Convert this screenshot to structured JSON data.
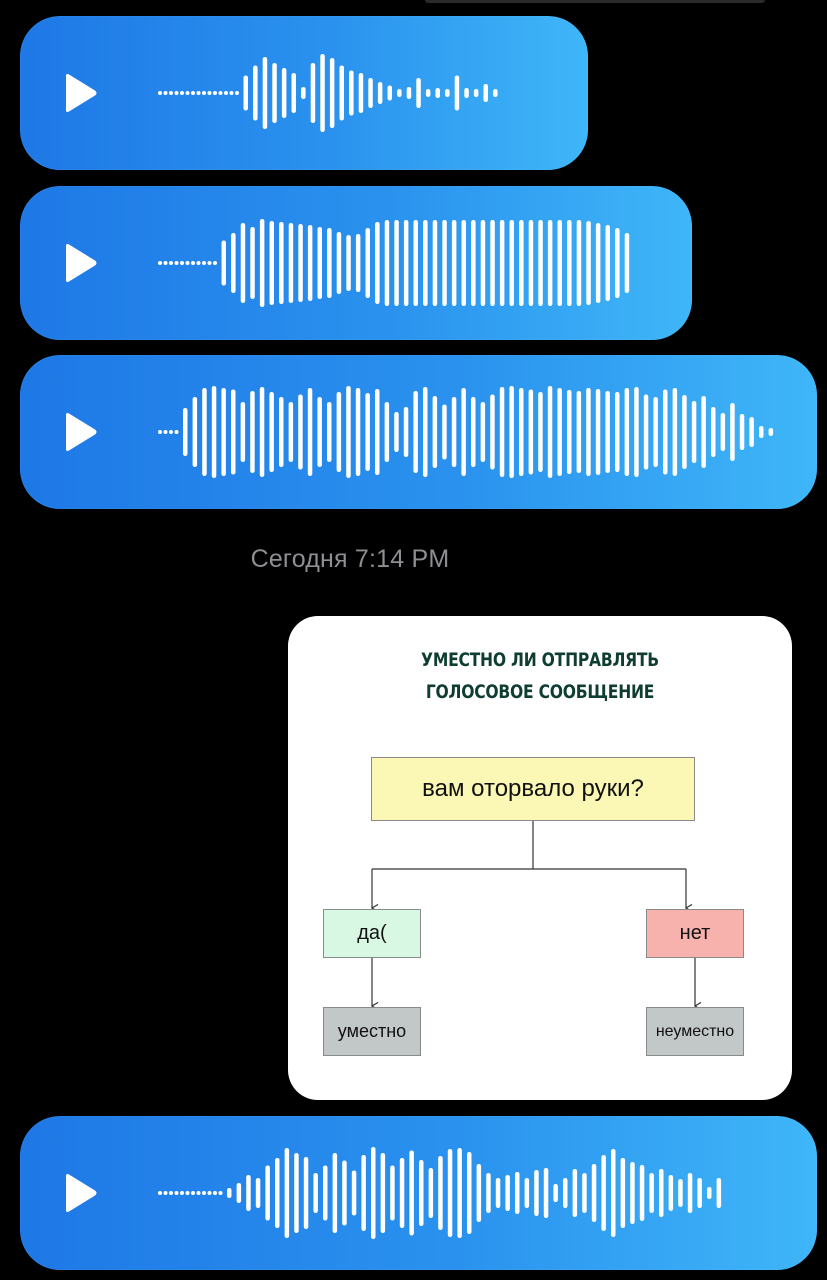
{
  "chat": {
    "date_separator": "Сегодня 7:14 PM"
  },
  "voice_messages": [
    {
      "id": "voice-1",
      "state": "not-played",
      "waveform": "short-a"
    },
    {
      "id": "voice-2",
      "state": "not-played",
      "waveform": "dense-b"
    },
    {
      "id": "voice-3",
      "state": "not-played",
      "waveform": "long-c"
    },
    {
      "id": "voice-4",
      "state": "not-played",
      "waveform": "long-d"
    }
  ],
  "image_message": {
    "title_line1": "УМЕСТНО ЛИ ОТПРАВЛЯТЬ",
    "title_line2": "ГОЛОСОВОЕ СООБЩЕНИЕ",
    "question": "вам оторвало руки?",
    "yes_label": "да(",
    "no_label": "нет",
    "yes_result": "уместно",
    "no_result": "неуместно"
  },
  "icons": {
    "play": "play-icon"
  },
  "colors": {
    "bubble_start": "#1e78e6",
    "bubble_end": "#3fb6f8",
    "date_text": "#8e8e93",
    "title_text": "#0f3d32"
  }
}
